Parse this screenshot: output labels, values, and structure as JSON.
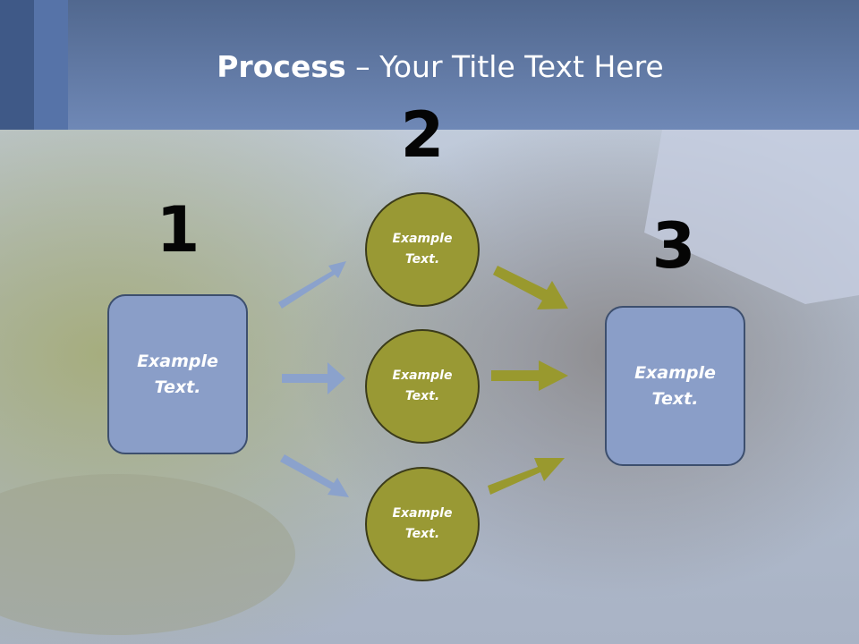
{
  "title": {
    "bold": "Process",
    "rest": " – Your Title Text Here"
  },
  "step_numbers": [
    "1",
    "2",
    "3"
  ],
  "left_box": {
    "text": "Example Text."
  },
  "circles": [
    {
      "text": "Example Text."
    },
    {
      "text": "Example Text."
    },
    {
      "text": "Example Text."
    }
  ],
  "right_box": {
    "text": "Example Text."
  },
  "colors": {
    "header": "#6f88b6",
    "box_fill": "#8a9ec8",
    "circle_fill": "#999934",
    "arrow_blue": "#8ba2cc",
    "arrow_olive": "#99992e"
  }
}
